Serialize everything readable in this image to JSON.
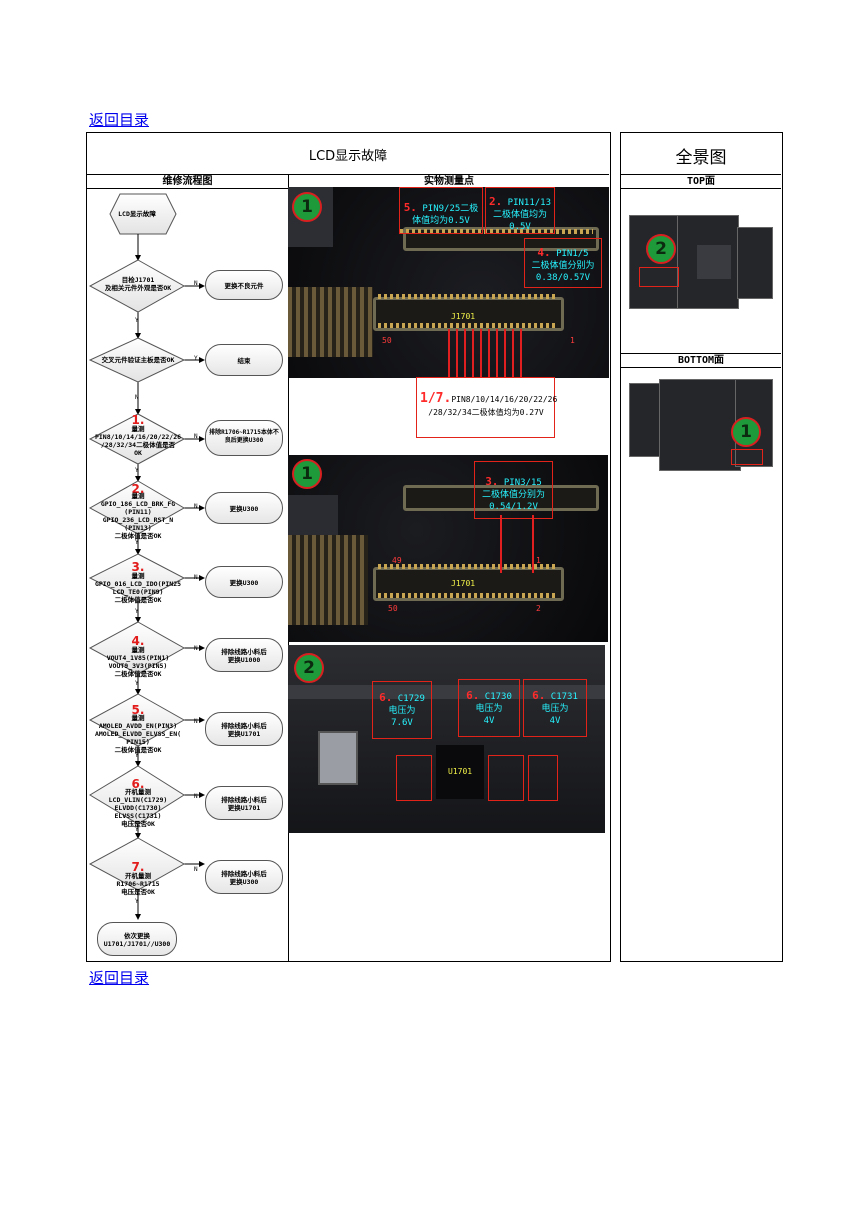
{
  "nav": {
    "back_top": "返回目录",
    "back_bottom": "返回目录"
  },
  "main": {
    "title": "LCD显示故障",
    "flow_header": "维修流程图",
    "photo_header": "实物测量点"
  },
  "side": {
    "title": "全景图",
    "top_header": "TOP面",
    "bottom_header": "BOTTOM面"
  },
  "flow": {
    "start": "LCD显示故障",
    "d1": "目检J1701\n及相关元件外观是否OK",
    "a1": "更换不良元件",
    "d2": "交叉元件验证主板是否OK",
    "a2": "结束",
    "d3_num": "1.",
    "d3": "量测\nPIN8/10/14/16/20/22/26\n/28/32/34二极体值是否\nOK",
    "a3": "排除R1706~R1715本体不\n良后更换U300",
    "d4_num": "2.",
    "d4": "量测\nGPIO_186_LCD_BRK_FG\n(PIN11)\nGPIO_236_LCD_RST_N\n(PIN13)\n二极体值是否OK",
    "a4": "更换U300",
    "d5_num": "3.",
    "d5": "量测\nGPIO_016_LCD_IDO(PIN25\nLCD_TE0(PIN9)\n二极体值是否OK",
    "a5": "更换U300",
    "d6_num": "4.",
    "d6": "量测\nVOUT4_1V85(PIN1)\nVOUT9_3V3(PIN5)\n二极体值是否OK",
    "a6": "排除线路小料后\n更换U1000",
    "d7_num": "5.",
    "d7": "量测\nAMOLED_AVDD_EN(PIN3)\nAMOLED_ELVDD_ELVSS_EN(\nPIN15)\n二极体值是否OK",
    "a7": "排除线路小料后\n更换U1701",
    "d8_num": "6.",
    "d8": "开机量测\nLCD_VLIN(C1729)\nELVDD(C1730)\nELVSS(C1731)\n电压是否OK",
    "a8": "排除线路小料后\n更换U1701",
    "d9_num": "7.",
    "d9": "开机量测\nR1706~R1715\n电压是否OK",
    "a9": "排除线路小料后\n更换U300",
    "end": "依次更换\nU1701/J1701//U300",
    "yes": "Y",
    "no": "N"
  },
  "photos": {
    "p1": {
      "badge": "1",
      "c5_num": "5.",
      "c5": "PIN9/25二极\n体值均为0.5V",
      "c2_num": "2.",
      "c2": "PIN11/13\n二极体值均为\n0.5V",
      "c4_num": "4.",
      "c4": "PIN1/5\n二极体值分别为\n0.38/0.57V",
      "conn_label": "J1701",
      "pin_a": "50",
      "pin_b": "1"
    },
    "note_num": "1/7.",
    "note": "PIN8/10/14/16/20/22/26\n/28/32/34二极体值均为0.27V",
    "p2": {
      "badge": "1",
      "c3_num": "3.",
      "c3": "PIN3/15\n二极体值分别为\n0.54/1.2V",
      "conn_label": "J1701",
      "pin_a": "49",
      "pin_b": "50",
      "pin_c": "1",
      "pin_d": "2"
    },
    "p3": {
      "badge": "2",
      "c1_num": "6.",
      "c1": "C1729\n电压为\n7.6V",
      "c2_num": "6.",
      "c2": "C1730\n电压为\n4V",
      "c3_num": "6.",
      "c3": "C1731\n电压为\n4V",
      "chip": "U1701"
    },
    "top_badge": "2",
    "bottom_badge": "1"
  }
}
